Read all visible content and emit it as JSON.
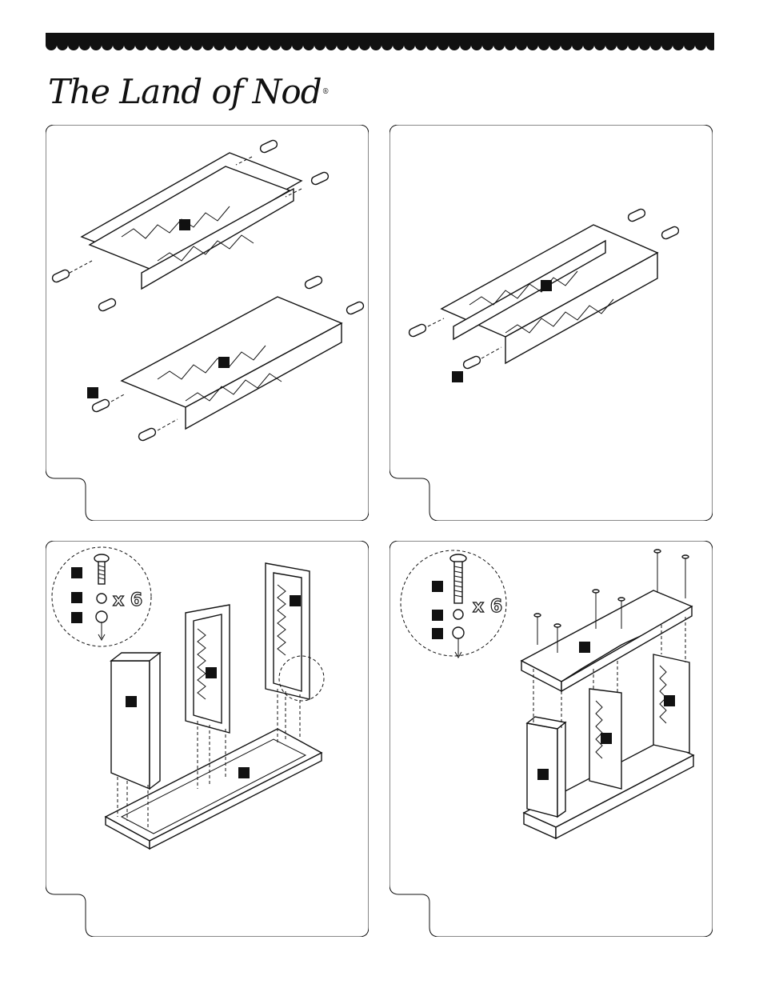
{
  "brand": {
    "logo_text": "The Land of Nod",
    "registered_mark": "®"
  },
  "steps": [
    {
      "id": "step-1"
    },
    {
      "id": "step-2"
    },
    {
      "id": "step-3",
      "hardware_quantity": "x 6"
    },
    {
      "id": "step-4",
      "hardware_quantity": "x 6"
    }
  ],
  "colors": {
    "ink": "#111111",
    "paper": "#ffffff"
  }
}
